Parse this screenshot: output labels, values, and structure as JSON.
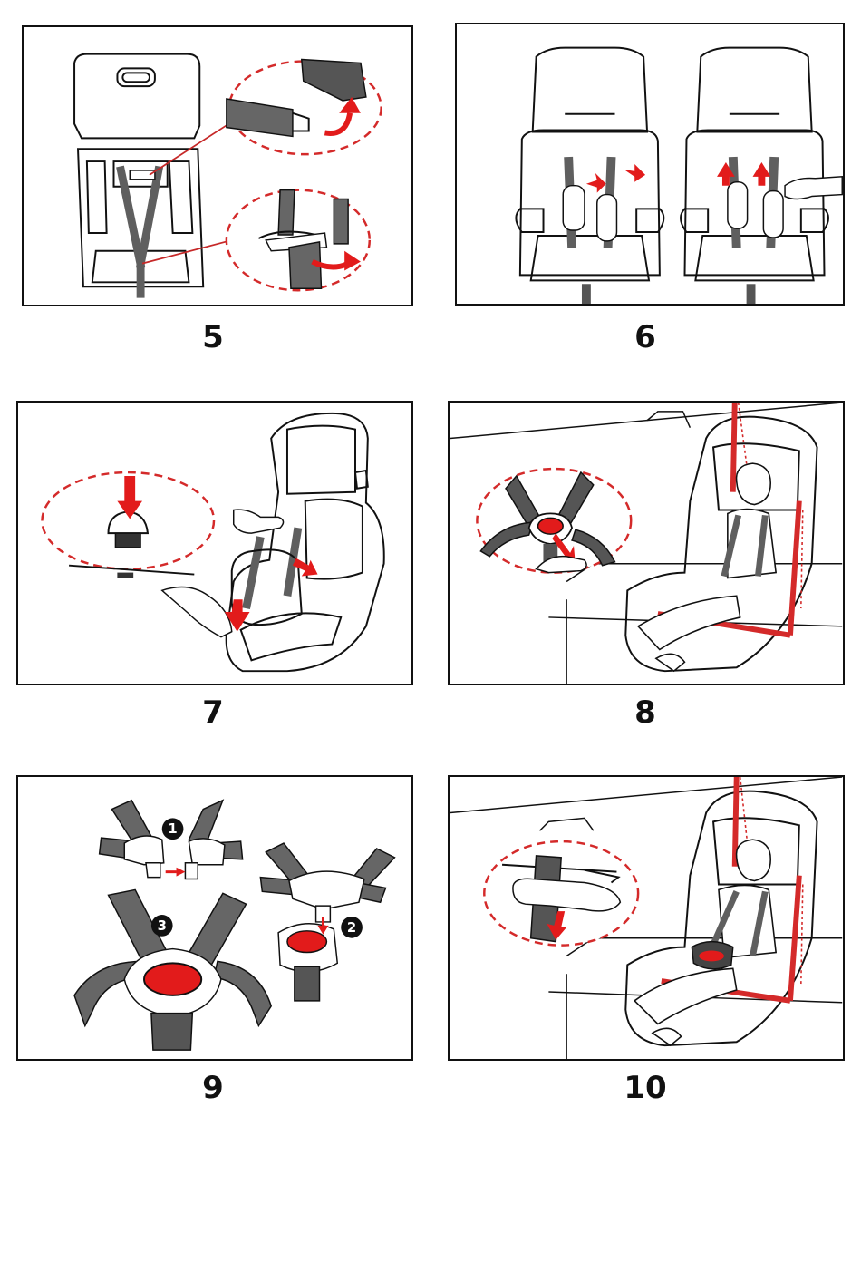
{
  "steps": [
    {
      "number": "5"
    },
    {
      "number": "6"
    },
    {
      "number": "7"
    },
    {
      "number": "8"
    },
    {
      "number": "9",
      "substeps": [
        "1",
        "2",
        "3"
      ]
    },
    {
      "number": "10"
    }
  ],
  "colors": {
    "line": "#111111",
    "strap": "#6a6a6a",
    "accent_red": "#e21b1b",
    "dash_red": "#d42a2a"
  }
}
